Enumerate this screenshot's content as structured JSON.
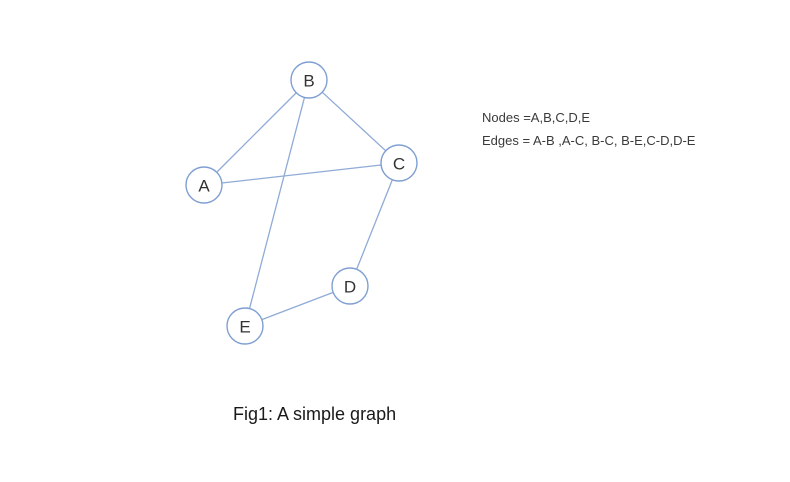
{
  "graph": {
    "nodes": [
      {
        "id": "A",
        "label": "A"
      },
      {
        "id": "B",
        "label": "B"
      },
      {
        "id": "C",
        "label": "C"
      },
      {
        "id": "D",
        "label": "D"
      },
      {
        "id": "E",
        "label": "E"
      }
    ],
    "edges": [
      {
        "from": "A",
        "to": "B"
      },
      {
        "from": "A",
        "to": "C"
      },
      {
        "from": "B",
        "to": "C"
      },
      {
        "from": "B",
        "to": "E"
      },
      {
        "from": "C",
        "to": "D"
      },
      {
        "from": "D",
        "to": "E"
      }
    ]
  },
  "description": {
    "nodes_text": "Nodes =A,B,C,D,E",
    "edges_text": "Edges = A-B ,A-C, B-C, B-E,C-D,D-E"
  },
  "caption": "Fig1: A simple graph",
  "colors": {
    "edge": "#8fabd6",
    "node_border": "#7f9fd2"
  }
}
